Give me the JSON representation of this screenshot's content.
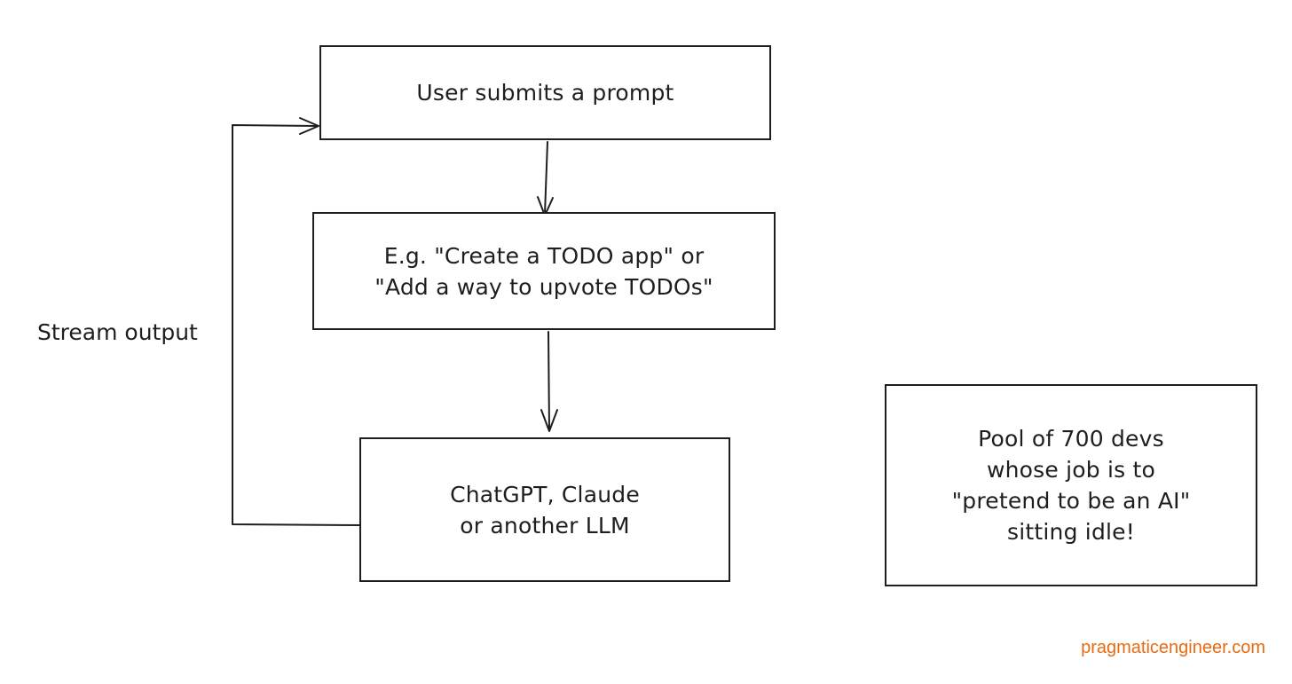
{
  "diagram": {
    "nodes": {
      "prompt": {
        "lines": [
          "User submits a prompt"
        ]
      },
      "example": {
        "lines": [
          "E.g. \"Create a TODO app\" or",
          "\"Add a way to upvote TODOs\""
        ]
      },
      "llm": {
        "lines": [
          "ChatGPT, Claude",
          "or another LLM"
        ]
      },
      "pool": {
        "lines": [
          "Pool of 700 devs",
          "whose job is to",
          "\"pretend to be an AI\"",
          "sitting idle!"
        ]
      }
    },
    "edges": [
      {
        "from": "prompt",
        "to": "example",
        "label": ""
      },
      {
        "from": "example",
        "to": "llm",
        "label": ""
      },
      {
        "from": "llm",
        "to": "prompt",
        "label": "Stream output"
      }
    ]
  },
  "watermark": "pragmaticengineer.com",
  "colors": {
    "stroke": "#1e1e1e",
    "background": "#ffffff",
    "watermark": "#ea6a11"
  }
}
